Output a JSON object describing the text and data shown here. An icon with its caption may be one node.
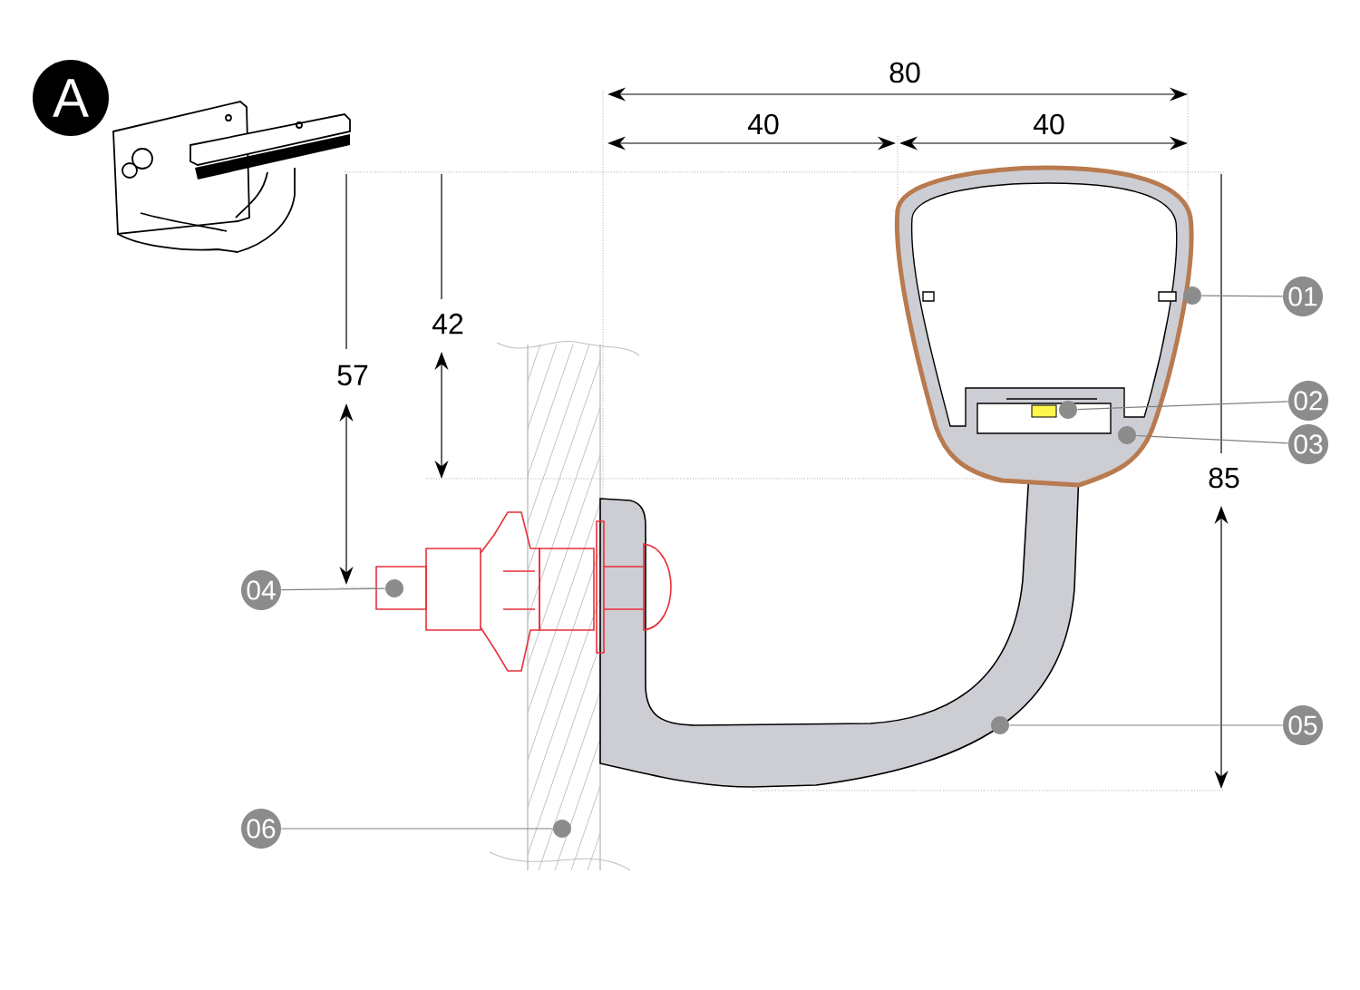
{
  "diagram": {
    "nodes": [
      {
        "text": [
          "A"
        ]
      },
      {
        "text": [
          "01"
        ]
      },
      {
        "text": [
          "02"
        ]
      },
      {
        "text": [
          "03"
        ]
      },
      {
        "text": [
          "04"
        ]
      },
      {
        "text": [
          "05"
        ]
      },
      {
        "text": [
          "06"
        ]
      },
      {
        "text": [],
        "shape": "circle"
      },
      {
        "text": [],
        "shape": "circle"
      },
      {
        "text": [],
        "shape": "circle"
      },
      {
        "text": [],
        "shape": "circle"
      },
      {
        "text": [],
        "shape": "circle"
      },
      {
        "text": [],
        "shape": "circle"
      }
    ],
    "edges": [
      {
        "from": 1,
        "to": 7,
        "arrow": "none"
      },
      {
        "from": 2,
        "to": 8,
        "arrow": "none"
      },
      {
        "from": 3,
        "to": 9,
        "arrow": "none"
      },
      {
        "from": 4,
        "to": 10,
        "arrow": "none"
      },
      {
        "from": 5,
        "to": 11,
        "arrow": "none"
      },
      {
        "from": 6,
        "to": 12,
        "arrow": "none"
      }
    ],
    "labels": [
      "80",
      "40",
      "40",
      "42",
      "57",
      "85"
    ]
  }
}
